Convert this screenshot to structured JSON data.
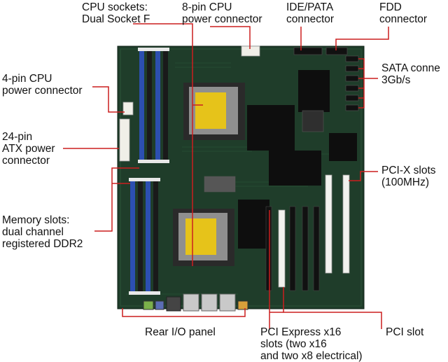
{
  "labels": {
    "cpu_sockets": "CPU sockets:\nDual Socket F",
    "cpu_power_8pin": "8-pin CPU\npower connector",
    "ide_pata": "IDE/PATA\nconnector",
    "fdd": "FDD\nconnector",
    "sata": "SATA conne\n3Gb/s",
    "cpu_power_4pin": "4-pin CPU\npower connector",
    "atx_power_24pin": "24-pin\nATX power\nconnector",
    "pcix_slots": "PCI-X slots\n(100MHz)",
    "memory_slots": "Memory slots:\ndual channel\nregistered DDR2",
    "rear_io": "Rear I/O panel",
    "pcie_x16": "PCI Express x16\nslots (two x16\nand two x8 electrical)",
    "pci_slot": "PCI slot"
  },
  "colors": {
    "board": "#1f3d2a",
    "leader_line": "#cc1f1f",
    "dimm_blue": "#2c4fb0",
    "dimm_black": "#1a1a1a",
    "cpu_socket_yellow": "#e6c31a",
    "heatsink": "#0e0e0e",
    "pci_slot_white": "#f2f2ee"
  }
}
